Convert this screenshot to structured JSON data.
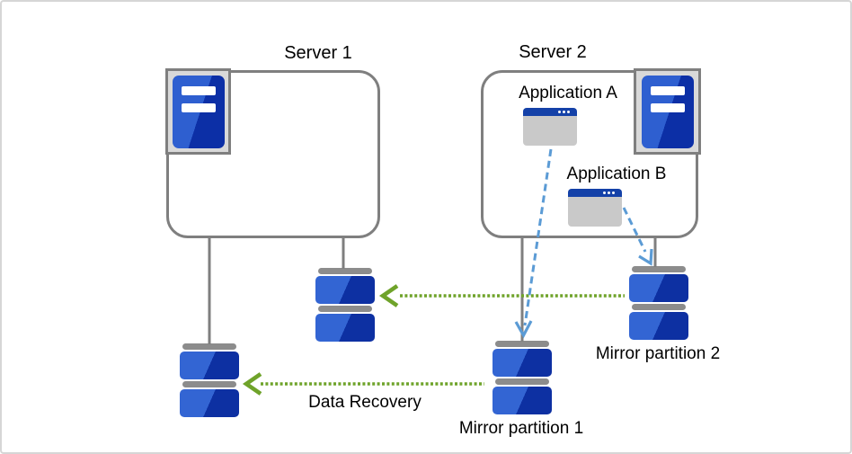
{
  "diagram": {
    "nodes": {
      "server1": {
        "label": "Server 1"
      },
      "server2": {
        "label": "Server 2"
      },
      "app_a": {
        "label": "Application A"
      },
      "app_b": {
        "label": "Application B"
      },
      "mirror1": {
        "label": "Mirror partition 1"
      },
      "mirror2": {
        "label": "Mirror partition 2"
      }
    },
    "arrows": {
      "data_recovery_label": "Data Recovery"
    },
    "colors": {
      "outline_gray": "#7f7f7f",
      "icon_container_gray": "#d9d9d9",
      "disk_cap_gray": "#8c8c8c",
      "tower_blue_light": "#2e5fd0",
      "tower_blue_dark": "#0c2fa6",
      "disk_blue_light": "#3365d3",
      "disk_blue_dark": "#0d30a2",
      "window_titlebar_blue": "#1441a8",
      "window_body_gray": "#c9c9c9",
      "arrow_green": "#6fa32a",
      "arrow_blue": "#5b9bd5",
      "text_black": "#000000"
    }
  }
}
